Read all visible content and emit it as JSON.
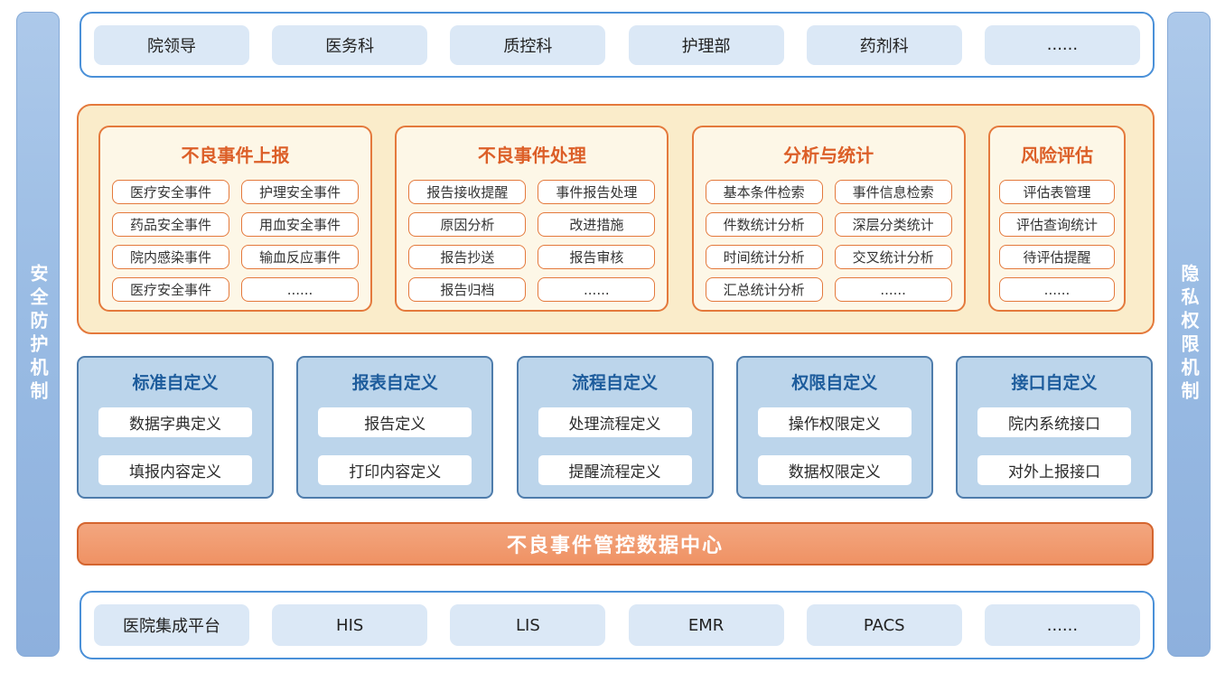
{
  "colors": {
    "sidebar_blue": "#9abce4",
    "row_border_blue": "#4a90d8",
    "chip_fill": "#dbe8f6",
    "orange_border": "#e4793c",
    "orange_section_fill": "#faecca",
    "orange_column_fill": "#fdf7e7",
    "orange_title_text": "#dc5f28",
    "panel_fill": "#bcd5eb",
    "panel_border": "#4e7cab",
    "panel_title_text": "#1d5c9c",
    "databar_fill": "#f09b70",
    "databar_border": "#d4652f"
  },
  "left_sidebar": {
    "label": "安全防护机制"
  },
  "right_sidebar": {
    "label": "隐私权限机制"
  },
  "top_row": {
    "items": [
      "院领导",
      "医务科",
      "质控科",
      "护理部",
      "药剂科",
      "......"
    ]
  },
  "function_section": {
    "columns": [
      {
        "title": "不良事件上报",
        "items": [
          "医疗安全事件",
          "护理安全事件",
          "药品安全事件",
          "用血安全事件",
          "院内感染事件",
          "输血反应事件",
          "医疗安全事件",
          "......"
        ]
      },
      {
        "title": "不良事件处理",
        "items": [
          "报告接收提醒",
          "事件报告处理",
          "原因分析",
          "改进措施",
          "报告抄送",
          "报告审核",
          "报告归档",
          "......"
        ]
      },
      {
        "title": "分析与统计",
        "items": [
          "基本条件检索",
          "事件信息检索",
          "件数统计分析",
          "深层分类统计",
          "时间统计分析",
          "交叉统计分析",
          "汇总统计分析",
          "......"
        ]
      },
      {
        "title": "风险评估",
        "items": [
          "评估表管理",
          "评估查询统计",
          "待评估提醒",
          "......"
        ]
      }
    ]
  },
  "custom_section": {
    "panels": [
      {
        "title": "标准自定义",
        "items": [
          "数据字典定义",
          "填报内容定义"
        ]
      },
      {
        "title": "报表自定义",
        "items": [
          "报告定义",
          "打印内容定义"
        ]
      },
      {
        "title": "流程自定义",
        "items": [
          "处理流程定义",
          "提醒流程定义"
        ]
      },
      {
        "title": "权限自定义",
        "items": [
          "操作权限定义",
          "数据权限定义"
        ]
      },
      {
        "title": "接口自定义",
        "items": [
          "院内系统接口",
          "对外上报接口"
        ]
      }
    ]
  },
  "data_center_bar": {
    "label": "不良事件管控数据中心"
  },
  "bottom_row": {
    "items": [
      "医院集成平台",
      "HIS",
      "LIS",
      "EMR",
      "PACS",
      "......"
    ]
  }
}
